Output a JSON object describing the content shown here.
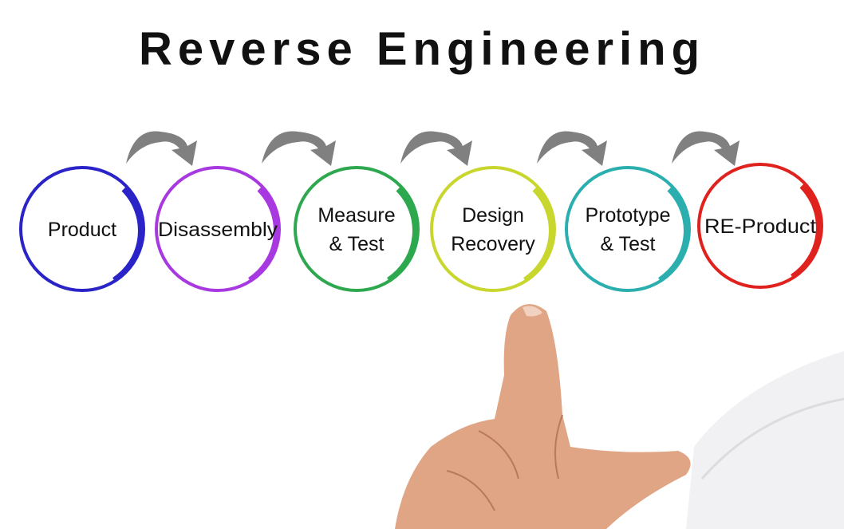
{
  "title": "Reverse Engineering",
  "steps": [
    {
      "lines": [
        "Product"
      ],
      "color": "#2a24c8"
    },
    {
      "lines": [
        "Disassembly"
      ],
      "color": "#a838e0"
    },
    {
      "lines": [
        "Measure",
        "& Test"
      ],
      "color": "#2ea84e"
    },
    {
      "lines": [
        "Design",
        "Recovery"
      ],
      "color": "#c8d62e"
    },
    {
      "lines": [
        "Prototype",
        "& Test"
      ],
      "color": "#2aaeae"
    },
    {
      "lines": [
        "RE-Product"
      ],
      "color": "#e0221e"
    }
  ],
  "arrow_color": "#808080"
}
